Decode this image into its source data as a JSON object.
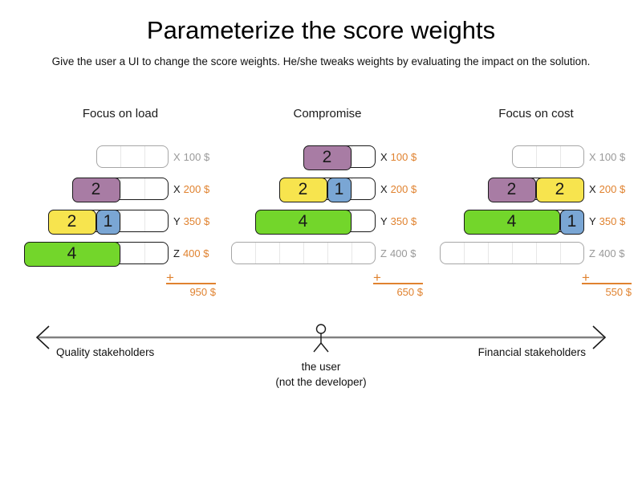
{
  "page": {
    "title": "Parameterize the score weights",
    "subtitle": "Give the user a UI to change the score weights. He/she tweaks weights by evaluating the impact on the solution."
  },
  "colors": {
    "purple": "#a87ca4",
    "yellow": "#f7e44e",
    "blue": "#7aa6d4",
    "green": "#73d62b",
    "orange": "#e0822f",
    "inactive": "#999999",
    "ink": "#1a1a1a",
    "axis_line": "#808080",
    "cell_divider": "#e7e7e7"
  },
  "scenarios": [
    {
      "title": "Focus on load",
      "plus_sign": "+",
      "total": "950 $",
      "rows": [
        {
          "letter": "X",
          "price": "100 $",
          "capacity": 3,
          "active": false,
          "blocks": []
        },
        {
          "letter": "X",
          "price": "200 $",
          "capacity": 4,
          "active": true,
          "blocks": [
            {
              "value": "2",
              "size": 2,
              "color": "purple"
            }
          ]
        },
        {
          "letter": "Y",
          "price": "350 $",
          "capacity": 5,
          "active": true,
          "blocks": [
            {
              "value": "2",
              "size": 2,
              "color": "yellow"
            },
            {
              "value": "1",
              "size": 1,
              "color": "blue"
            }
          ]
        },
        {
          "letter": "Z",
          "price": "400 $",
          "capacity": 6,
          "active": true,
          "blocks": [
            {
              "value": "4",
              "size": 4,
              "color": "green"
            }
          ]
        }
      ]
    },
    {
      "title": "Compromise",
      "plus_sign": "+",
      "total": "650 $",
      "rows": [
        {
          "letter": "X",
          "price": "100 $",
          "capacity": 3,
          "active": true,
          "blocks": [
            {
              "value": "2",
              "size": 2,
              "color": "purple"
            }
          ]
        },
        {
          "letter": "X",
          "price": "200 $",
          "capacity": 4,
          "active": true,
          "blocks": [
            {
              "value": "2",
              "size": 2,
              "color": "yellow"
            },
            {
              "value": "1",
              "size": 1,
              "color": "blue"
            }
          ]
        },
        {
          "letter": "Y",
          "price": "350 $",
          "capacity": 5,
          "active": true,
          "blocks": [
            {
              "value": "4",
              "size": 4,
              "color": "green"
            }
          ]
        },
        {
          "letter": "Z",
          "price": "400 $",
          "capacity": 6,
          "active": false,
          "blocks": []
        }
      ]
    },
    {
      "title": "Focus on cost",
      "plus_sign": "+",
      "total": "550 $",
      "rows": [
        {
          "letter": "X",
          "price": "100 $",
          "capacity": 3,
          "active": false,
          "blocks": []
        },
        {
          "letter": "X",
          "price": "200 $",
          "capacity": 4,
          "active": true,
          "blocks": [
            {
              "value": "2",
              "size": 2,
              "color": "purple"
            },
            {
              "value": "2",
              "size": 2,
              "color": "yellow"
            }
          ]
        },
        {
          "letter": "Y",
          "price": "350 $",
          "capacity": 5,
          "active": true,
          "blocks": [
            {
              "value": "4",
              "size": 4,
              "color": "green"
            },
            {
              "value": "1",
              "size": 1,
              "color": "blue"
            }
          ]
        },
        {
          "letter": "Z",
          "price": "400 $",
          "capacity": 6,
          "active": false,
          "blocks": []
        }
      ]
    }
  ],
  "axis": {
    "left_label": "Quality stakeholders",
    "right_label": "Financial stakeholders",
    "center_label_line1": "the user",
    "center_label_line2": "(not the developer)"
  }
}
